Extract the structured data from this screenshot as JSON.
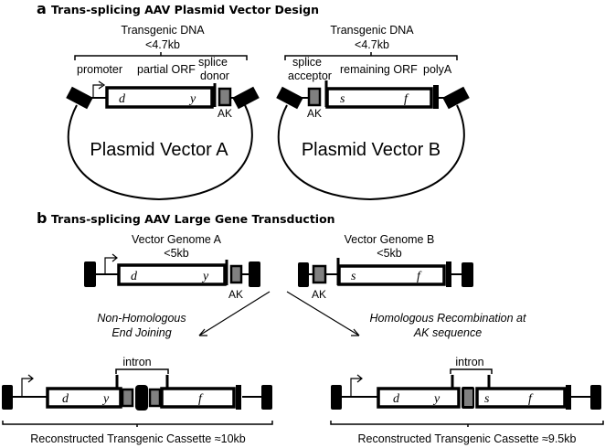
{
  "panel_a": {
    "letter": "a",
    "title": "Trans-splicing AAV Plasmid Vector Design",
    "vector_a": {
      "size_label_line1": "Transgenic DNA",
      "size_label_line2": "<4.7kb",
      "promoter": "promoter",
      "partial_orf": "partial ORF",
      "splice_donor_line1": "splice",
      "splice_donor_line2": "donor",
      "orf_start": "d",
      "orf_end": "y",
      "ak": "AK",
      "plasmid": "Plasmid Vector A"
    },
    "vector_b": {
      "size_label_line1": "Transgenic DNA",
      "size_label_line2": "<4.7kb",
      "splice_acceptor_line1": "splice",
      "splice_acceptor_line2": "acceptor",
      "remaining_orf": "remaining ORF",
      "polya": "polyA",
      "orf_start": "s",
      "orf_end": "f",
      "ak": "AK",
      "plasmid": "Plasmid Vector B"
    }
  },
  "panel_b": {
    "letter": "b",
    "title": "Trans-splicing AAV Large Gene Transduction",
    "genome_a": {
      "label_line1": "Vector Genome A",
      "label_line2": "<5kb",
      "orf_start": "d",
      "orf_end": "y",
      "ak": "AK"
    },
    "genome_b": {
      "label_line1": "Vector Genome B",
      "label_line2": "<5kb",
      "orf_start": "s",
      "orf_end": "f",
      "ak": "AK"
    },
    "pathway_left_line1": "Non-Homologous",
    "pathway_left_line2": "End Joining",
    "pathway_right_line1": "Homologous Recombination at",
    "pathway_right_line2": "AK sequence",
    "result_left": {
      "intron": "intron",
      "orf_a_start": "d",
      "orf_a_end": "y",
      "orf_b_end": "f",
      "caption": "Reconstructed Transgenic Cassette ≈10kb"
    },
    "result_right": {
      "intron": "intron",
      "orf_a_start": "d",
      "orf_a_end": "y",
      "orf_b_start": "s",
      "orf_b_end": "f",
      "caption": "Reconstructed Transgenic Cassette ≈9.5kb"
    }
  },
  "colors": {
    "ak_fill": "#808080",
    "stroke": "#000000",
    "background": "#ffffff"
  }
}
